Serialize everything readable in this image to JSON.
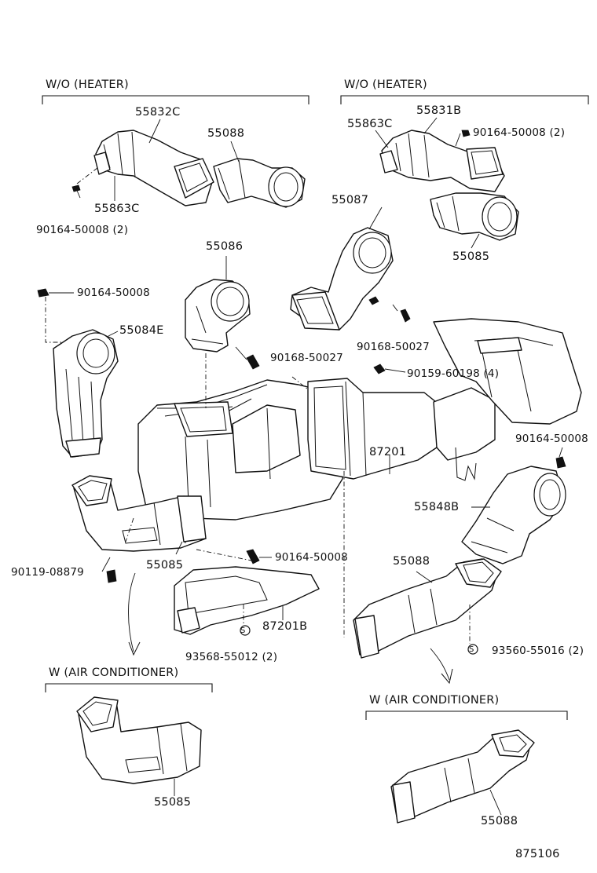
{
  "headers": {
    "wo_heater_left": "W/O (HEATER)",
    "wo_heater_right": "W/O (HEATER)",
    "w_ac_left": "W (AIR CONDITIONER)",
    "w_ac_right": "W (AIR CONDITIONER)"
  },
  "parts": {
    "p55832C": "55832C",
    "p55088_top": "55088",
    "p55863C_left": "55863C",
    "p90164_50008_2_left": "90164-50008 (2)",
    "p55863C_right": "55863C",
    "p55831B": "55831B",
    "p90164_50008_2_right": "90164-50008 (2)",
    "p55087": "55087",
    "p55085_top_right": "55085",
    "p55086": "55086",
    "p90164_50008_a": "90164-50008",
    "p55084E": "55084E",
    "p90168_50027_a": "90168-50027",
    "p90168_50027_b": "90168-50027",
    "p90159_60198": "90159-60198 (4)",
    "p90164_50008_b": "90164-50008",
    "p87201": "87201",
    "p55848B": "55848B",
    "p90164_50008_c": "90164-50008",
    "p90119_08879": "90119-08879",
    "p55085_main": "55085",
    "p55088_main": "55088",
    "p87201B": "87201B",
    "p93568_55012": "93568-55012 (2)",
    "p93560_55016": "93560-55016 (2)",
    "p55085_ac": "55085",
    "p55088_ac": "55088"
  },
  "symbols": {
    "s_mark": "S"
  },
  "diagram_id": "875106",
  "colors": {
    "ink": "#111111",
    "paper": "#ffffff"
  }
}
